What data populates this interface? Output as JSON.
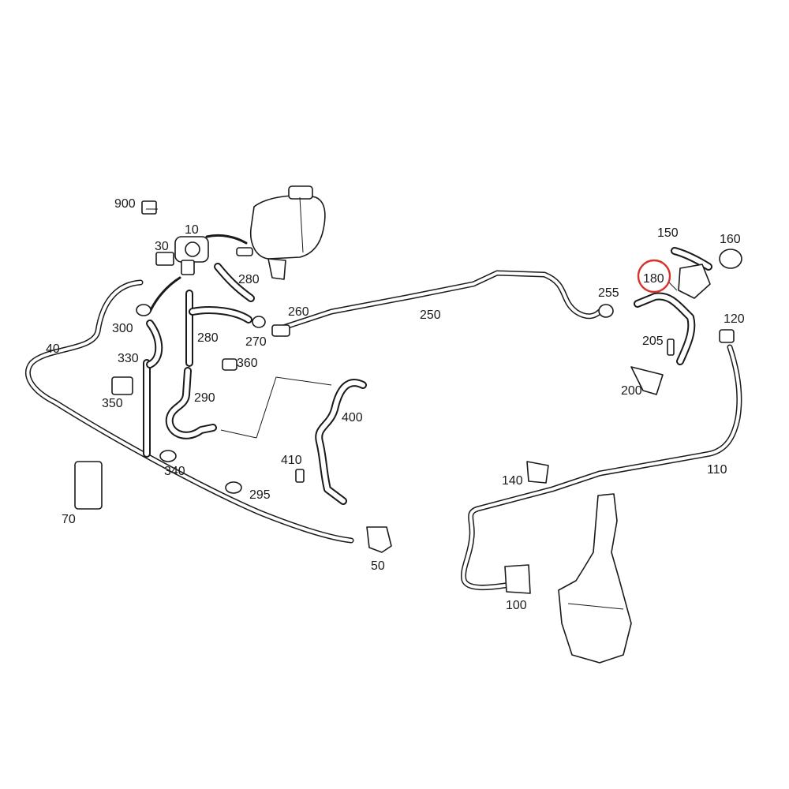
{
  "labels": {
    "p900": "900",
    "p10": "10",
    "p30": "30",
    "p280a": "280",
    "p280b": "280",
    "p260": "260",
    "p250": "250",
    "p270": "270",
    "p300": "300",
    "p40": "40",
    "p330": "330",
    "p360": "360",
    "p290": "290",
    "p350": "350",
    "p400": "400",
    "p340": "340",
    "p410": "410",
    "p295": "295",
    "p70": "70",
    "p50": "50",
    "p150": "150",
    "p160": "160",
    "p180": "180",
    "p255": "255",
    "p120": "120",
    "p205": "205",
    "p200": "200",
    "p140": "140",
    "p110": "110",
    "p100": "100"
  },
  "highlight": {
    "part": "180",
    "color": "#d8322a"
  }
}
